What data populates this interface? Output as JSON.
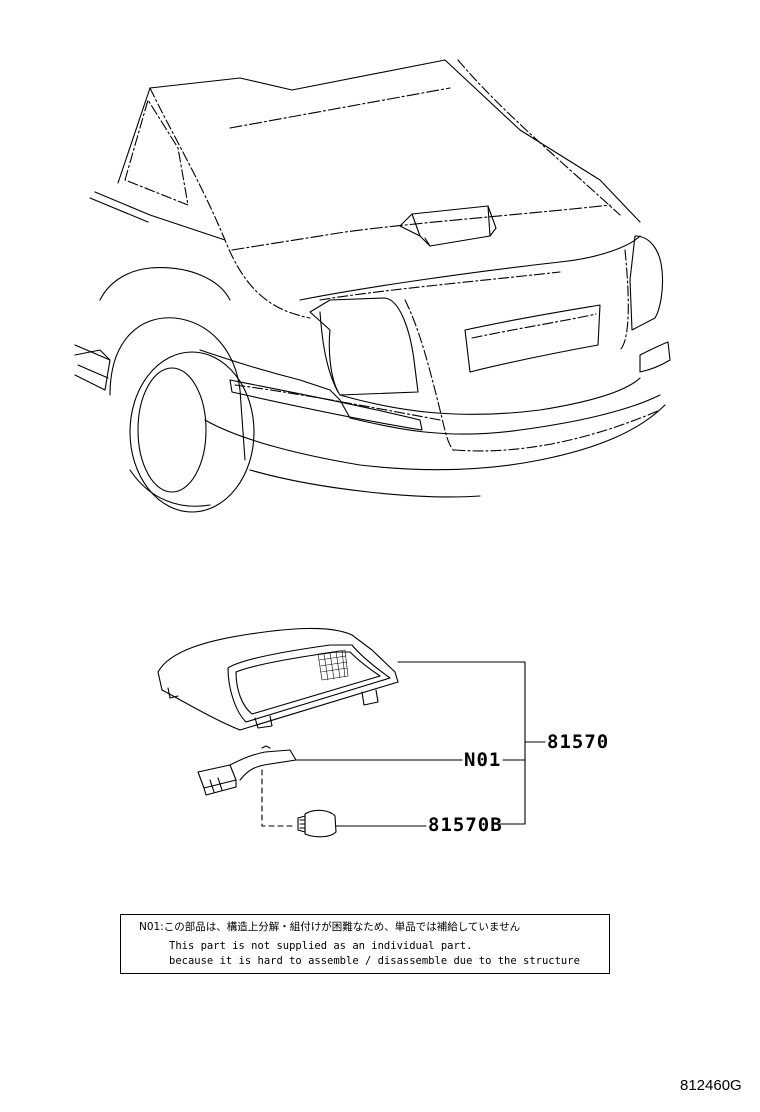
{
  "callouts": {
    "assembly": "81570",
    "not_supplied": "N01",
    "bulb": "81570B"
  },
  "note": {
    "line_jp": "N01:この部品は、構造上分解・組付けが困難なため、単品では補給していません",
    "line_en_1": "This part is not supplied as an individual part.",
    "line_en_2": "because it is hard to assemble / disassemble due to the structure"
  },
  "reference_code": "812460G",
  "colors": {
    "line": "#000000",
    "background": "#ffffff"
  }
}
